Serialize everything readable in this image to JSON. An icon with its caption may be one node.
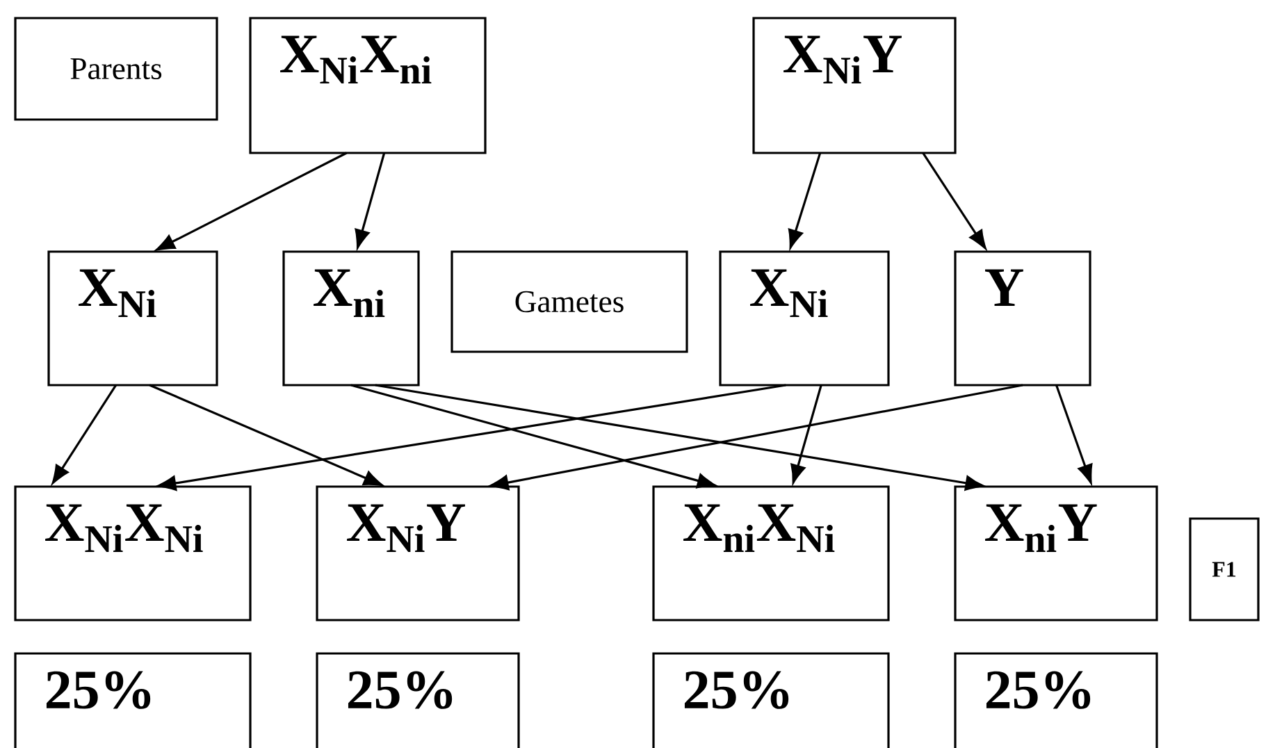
{
  "diagram": {
    "nodes": [
      {
        "text": [
          "Parents"
        ]
      },
      {
        "text": [
          "X$_{Ni}$X$_{ni}$"
        ]
      },
      {
        "text": [
          "X$_{Ni}$Y"
        ]
      },
      {
        "text": [
          "X$_{Ni}$"
        ]
      },
      {
        "text": [
          "X$_{ni}$"
        ]
      },
      {
        "text": [
          "Gametes"
        ]
      },
      {
        "text": [
          "X$_{Ni}$"
        ]
      },
      {
        "text": [
          "Y"
        ]
      },
      {
        "text": [
          "X$_{Ni}$X$_{Ni}$"
        ]
      },
      {
        "text": [
          "X$_{Ni}$Y"
        ]
      },
      {
        "text": [
          "X$_{ni}$X$_{Ni}$"
        ]
      },
      {
        "text": [
          "X$_{ni}$Y"
        ]
      },
      {
        "text": [
          "F1"
        ]
      },
      {
        "text": [
          "25%"
        ]
      },
      {
        "text": [
          "25%"
        ]
      },
      {
        "text": [
          "25%"
        ]
      },
      {
        "text": [
          "25%"
        ]
      }
    ],
    "edges": [
      {
        "from": 1,
        "to": 3,
        "arrow": "to"
      },
      {
        "from": 1,
        "to": 4,
        "arrow": "to"
      },
      {
        "from": 2,
        "to": 6,
        "arrow": "to"
      },
      {
        "from": 2,
        "to": 7,
        "arrow": "to"
      },
      {
        "from": 3,
        "to": 8,
        "arrow": "to"
      },
      {
        "from": 3,
        "to": 9,
        "arrow": "to"
      },
      {
        "from": 4,
        "to": 10,
        "arrow": "to"
      },
      {
        "from": 4,
        "to": 11,
        "arrow": "to"
      },
      {
        "from": 6,
        "to": 8,
        "arrow": "to"
      },
      {
        "from": 6,
        "to": 10,
        "arrow": "to"
      },
      {
        "from": 7,
        "to": 9,
        "arrow": "to"
      },
      {
        "from": 7,
        "to": 11,
        "arrow": "to"
      }
    ]
  }
}
